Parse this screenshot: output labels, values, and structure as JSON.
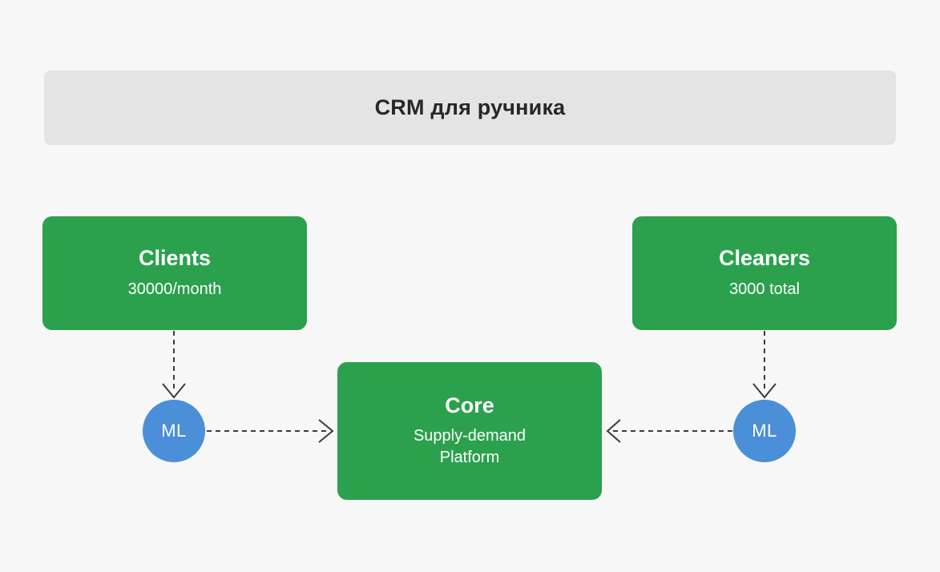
{
  "header": {
    "title": "CRM для ручника",
    "band_color": "#e4e4e4",
    "text_color": "#272727"
  },
  "theme": {
    "background": "#f7f7f7",
    "node_green": "#2ba14e",
    "ml_blue": "#4a8fd8",
    "connector_gray": "#3c3c3c",
    "node_text": "#ffffff"
  },
  "nodes": {
    "clients": {
      "title": "Clients",
      "subtitle": "30000/month"
    },
    "cleaners": {
      "title": "Cleaners",
      "subtitle": "3000 total"
    },
    "core": {
      "title": "Core",
      "subtitle_line1": "Supply-demand",
      "subtitle_line2": "Platform"
    }
  },
  "ml_nodes": {
    "left": {
      "label": "ML"
    },
    "right": {
      "label": "ML"
    }
  },
  "connectors": [
    {
      "name": "clients-to-ml-left",
      "from": "clients",
      "to": "ml-left",
      "style": "dashed",
      "direction": "down"
    },
    {
      "name": "ml-left-to-core",
      "from": "ml-left",
      "to": "core",
      "style": "dashed",
      "direction": "right"
    },
    {
      "name": "cleaners-to-ml-right",
      "from": "cleaners",
      "to": "ml-right",
      "style": "dashed",
      "direction": "down"
    },
    {
      "name": "ml-right-to-core",
      "from": "ml-right",
      "to": "core",
      "style": "dashed",
      "direction": "left"
    }
  ]
}
